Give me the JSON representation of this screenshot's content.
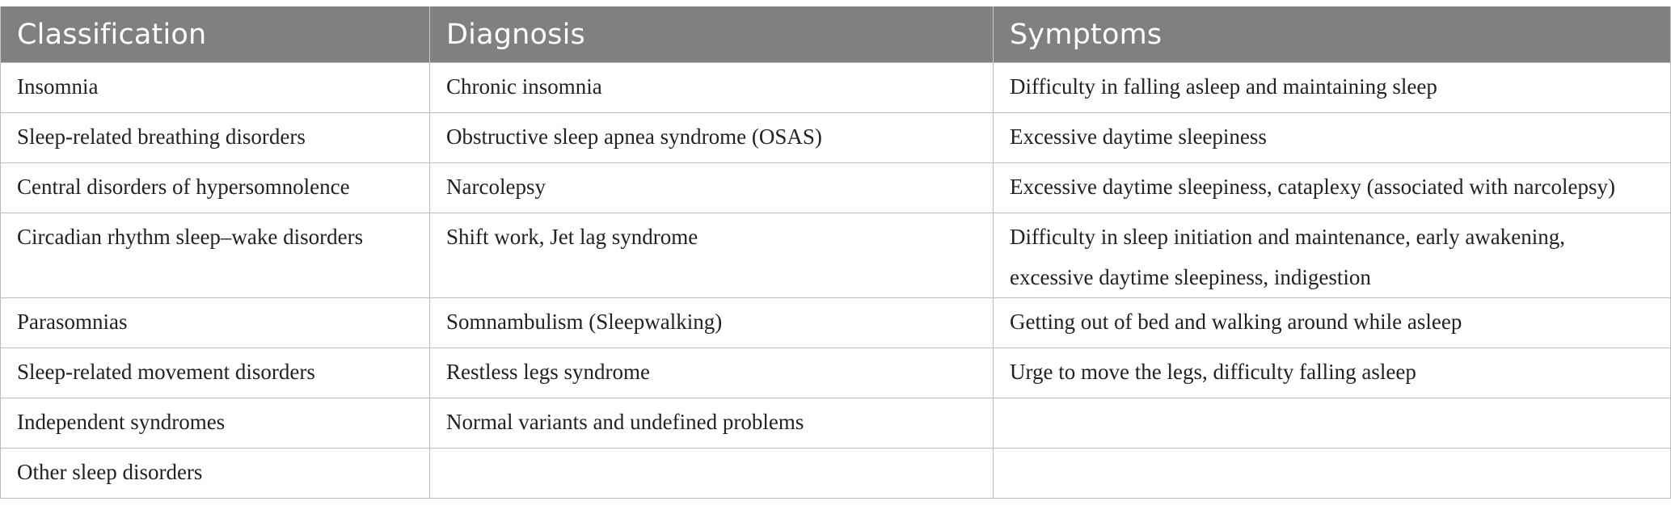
{
  "table": {
    "headers": [
      "Classification",
      "Diagnosis",
      "Symptoms"
    ],
    "rows": [
      [
        "Insomnia",
        "Chronic insomnia",
        "Difficulty in falling asleep and maintaining sleep"
      ],
      [
        "Sleep-related breathing disorders",
        "Obstructive sleep apnea syndrome (OSAS)",
        "Excessive daytime sleepiness"
      ],
      [
        "Central disorders of hypersomnolence",
        "Narcolepsy",
        "Excessive daytime sleepiness, cataplexy (associated with narcolepsy)"
      ],
      [
        "Circadian rhythm sleep–wake disorders",
        "Shift work, Jet lag syndrome",
        "Difficulty in sleep initiation and maintenance, early awakening, excessive daytime sleepiness, indigestion"
      ],
      [
        "Parasomnias",
        "Somnambulism (Sleepwalking)",
        "Getting out of bed and walking around while asleep"
      ],
      [
        "Sleep-related movement disorders",
        "Restless legs syndrome",
        "Urge to move the legs, difficulty falling asleep"
      ],
      [
        "Independent syndromes",
        "Normal variants and undefined problems",
        ""
      ],
      [
        "Other sleep disorders",
        "",
        ""
      ]
    ]
  }
}
